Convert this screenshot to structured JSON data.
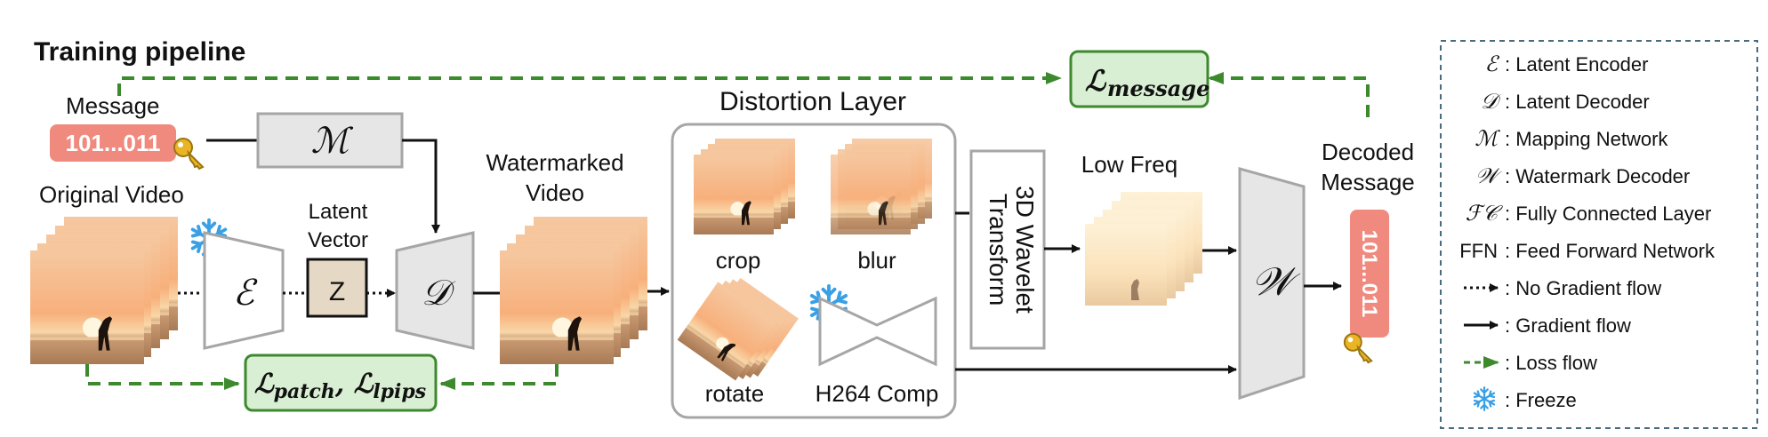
{
  "title": "Training pipeline",
  "message": {
    "label": "Message",
    "bits": "101...011"
  },
  "original_video": {
    "label": "Original Video"
  },
  "latent_vector": {
    "label_line1": "Latent",
    "label_line2": "Vector",
    "symbol": "Z"
  },
  "encoder_symbol": "ℰ",
  "decoder_symbol": "𝒟",
  "mapping_symbol": "ℳ",
  "watermark_symbol": "𝒲",
  "watermarked_video": {
    "label_line1": "Watermarked",
    "label_line2": "Video"
  },
  "distortion_layer": {
    "title": "Distortion Layer",
    "items": [
      "crop",
      "blur",
      "rotate",
      "H264 Comp"
    ]
  },
  "wavelet": {
    "line1": "3D Wavelet",
    "line2": "Transform"
  },
  "low_freq": {
    "label": "Low Freq"
  },
  "decoded_message": {
    "label_line1": "Decoded",
    "label_line2": "Message",
    "bits": "101...011"
  },
  "losses": {
    "message": {
      "L": "ℒ",
      "sub": "message"
    },
    "patch": {
      "L": "ℒ",
      "sub1": "patch",
      "sep": ", ",
      "L2": "ℒ",
      "sub2": "lpips"
    }
  },
  "legend": [
    {
      "sym": "ℰ",
      "text": ": Latent Encoder"
    },
    {
      "sym": "𝒟",
      "text": ": Latent Decoder"
    },
    {
      "sym": "ℳ",
      "text": ": Mapping Network"
    },
    {
      "sym": "𝒲",
      "text": ": Watermark Decoder"
    },
    {
      "sym": "ℱ𝒞",
      "text": ": Fully Connected Layer"
    },
    {
      "sym": "FFN",
      "text": ": Feed Forward Network"
    },
    {
      "sym": "",
      "text": ": No Gradient flow"
    },
    {
      "sym": "",
      "text": ": Gradient flow"
    },
    {
      "sym": "",
      "text": ": Loss flow"
    },
    {
      "sym": "",
      "text": ": Freeze"
    }
  ],
  "colors": {
    "message_box": "#f08a7e",
    "loss_fill": "#d9efd3",
    "loss_stroke": "#3d8a2e",
    "module_fill": "#e6e6e6",
    "module_stroke": "#a6a6a6",
    "legend_border": "#4a6b7d",
    "freeze_icon": "#3aa0e6",
    "key_icon": "#e9b524"
  }
}
